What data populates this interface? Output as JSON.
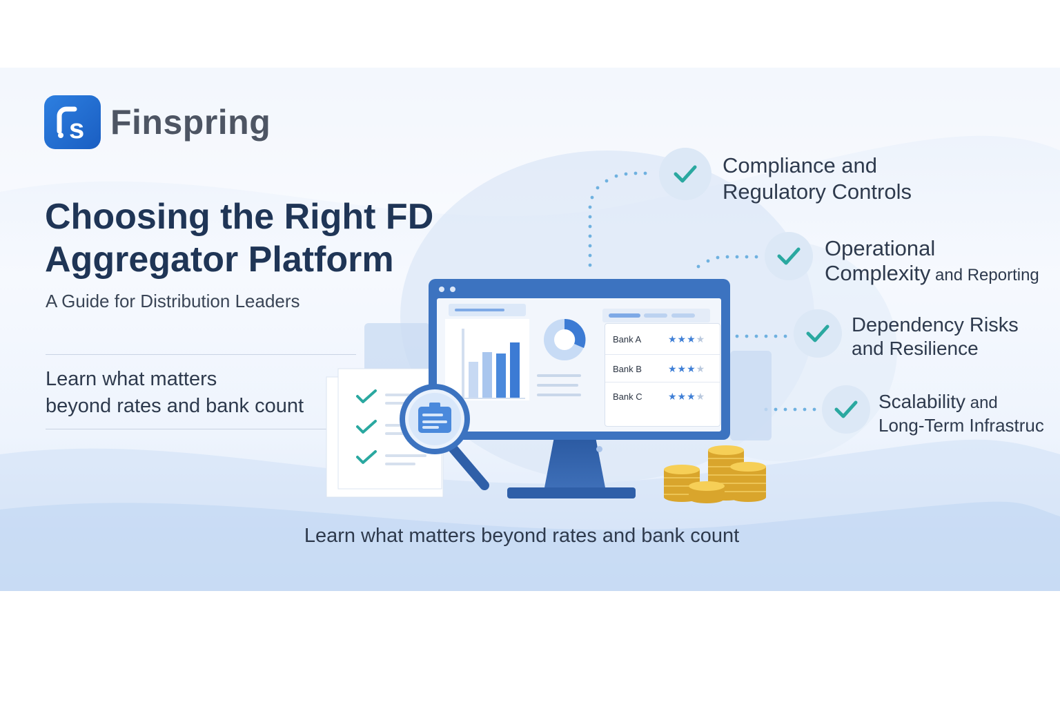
{
  "brand": {
    "name": "Finspring",
    "accent": "#2d7fe0"
  },
  "headline": {
    "line1": "Choosing the Right FD",
    "line2": "Aggregator Platform"
  },
  "subtitle": "A Guide for Distribution Leaders",
  "learn": {
    "line1": "Learn what matters",
    "line2": "beyond rates and bank count"
  },
  "bottom_line": "Learn what matters beyond rates and bank count",
  "banks": [
    {
      "name": "Bank A",
      "stars": "★★★",
      "empty": "★"
    },
    {
      "name": "Bank B",
      "stars": "★★★",
      "empty": "★"
    },
    {
      "name": "Bank C",
      "stars": "★★★",
      "empty": "★"
    }
  ],
  "checks": [
    {
      "a": "Compliance and",
      "b": "Regulatory Controls",
      "b_small": ""
    },
    {
      "a": "Operational",
      "b": "Complexity",
      "b_small": " and Reporting"
    },
    {
      "a": "Dependency Risks",
      "b": "",
      "b_small": "and Resilience"
    },
    {
      "a": "Scalability",
      "a_small": " and",
      "b": "Long-Term Infrastruc",
      "b_small": ""
    }
  ],
  "colors": {
    "check": "#2aa8a0",
    "headline": "#1f3556",
    "monitor": "#3c73c0",
    "coin": "#e8b93a"
  },
  "icons": [
    "logo-icon",
    "check-icon",
    "magnifier-icon",
    "document-icon",
    "donut-chart-icon",
    "bar-chart-icon",
    "coin-stack-icon"
  ]
}
